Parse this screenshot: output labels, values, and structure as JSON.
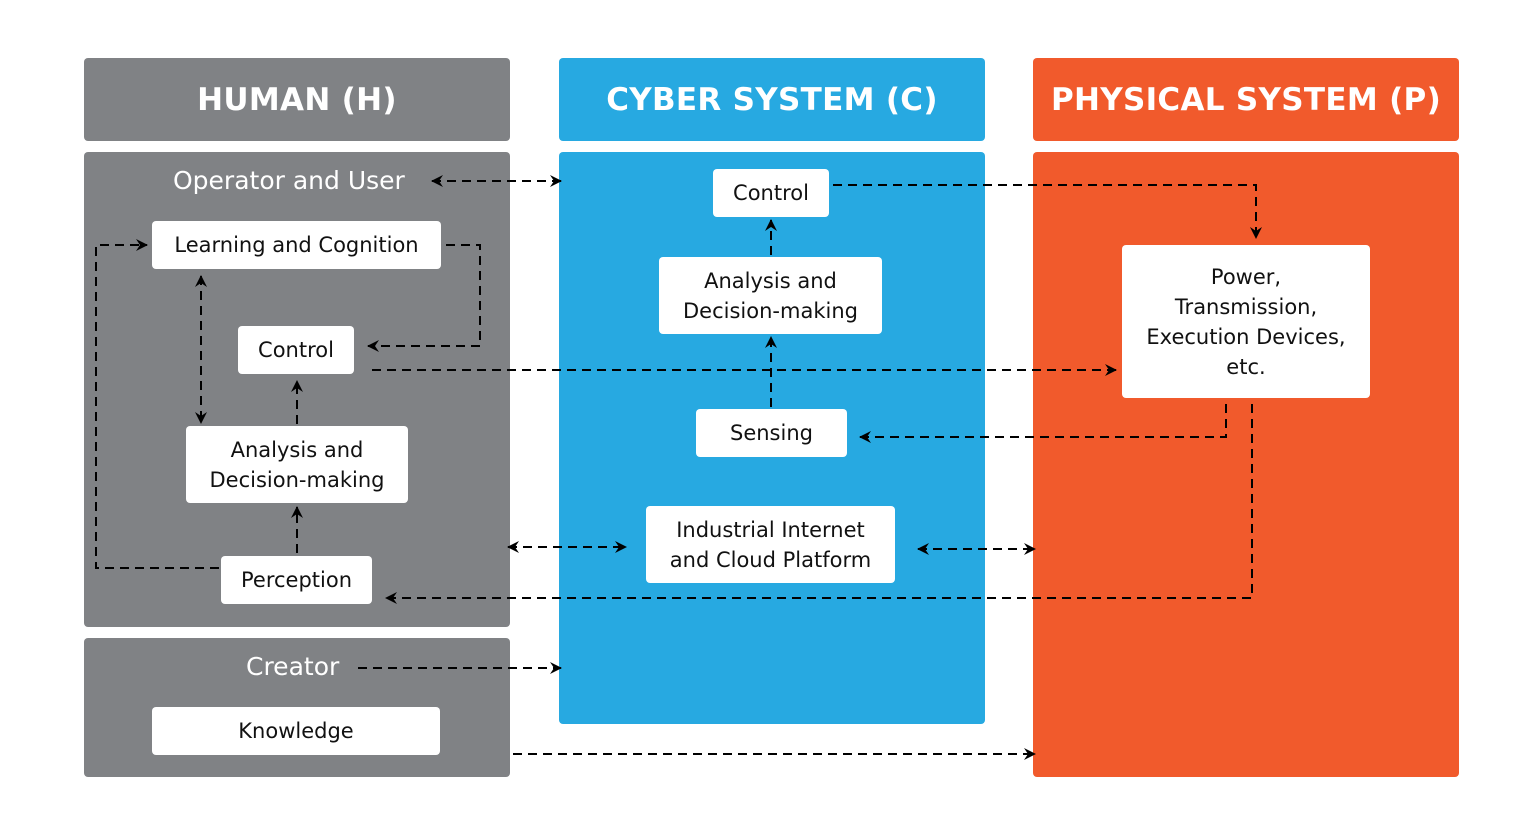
{
  "colors": {
    "human": "#808285",
    "cyber": "#27a9e1",
    "physical": "#f15a2c",
    "box": "#ffffff",
    "arrow": "#000000"
  },
  "headers": {
    "human": "HUMAN (H)",
    "cyber": "CYBER SYSTEM (C)",
    "physical": "PHYSICAL SYSTEM (P)"
  },
  "human": {
    "operator_label": "Operator and User",
    "learning": "Learning and Cognition",
    "control": "Control",
    "analysis": "Analysis and\nDecision-making",
    "perception": "Perception",
    "creator_label": "Creator",
    "knowledge": "Knowledge"
  },
  "cyber": {
    "control": "Control",
    "analysis": "Analysis and\nDecision-making",
    "sensing": "Sensing",
    "platform": "Industrial Internet\nand Cloud Platform"
  },
  "physical": {
    "devices": "Power,\nTransmission,\nExecution Devices,\netc."
  },
  "connections": [
    {
      "from": "Operator and User",
      "to": "Cyber System",
      "type": "bidirectional"
    },
    {
      "from": "Learning and Cognition",
      "to": "Human Control",
      "type": "directed"
    },
    {
      "from": "Learning and Cognition",
      "to": "Human Analysis and Decision-making",
      "type": "bidirectional"
    },
    {
      "from": "Human Analysis and Decision-making",
      "to": "Human Control",
      "type": "directed"
    },
    {
      "from": "Perception",
      "to": "Human Analysis and Decision-making",
      "type": "directed"
    },
    {
      "from": "Perception",
      "to": "Learning and Cognition",
      "type": "directed"
    },
    {
      "from": "Human Control",
      "to": "Physical Devices",
      "type": "directed"
    },
    {
      "from": "Cyber Control",
      "to": "Physical Devices",
      "type": "directed"
    },
    {
      "from": "Cyber Analysis and Decision-making",
      "to": "Cyber Control",
      "type": "directed"
    },
    {
      "from": "Sensing",
      "to": "Cyber Analysis and Decision-making",
      "type": "directed"
    },
    {
      "from": "Physical Devices",
      "to": "Sensing",
      "type": "directed"
    },
    {
      "from": "Physical Devices",
      "to": "Perception",
      "type": "directed"
    },
    {
      "from": "Human",
      "to": "Industrial Internet and Cloud Platform",
      "type": "bidirectional"
    },
    {
      "from": "Industrial Internet and Cloud Platform",
      "to": "Physical System",
      "type": "bidirectional"
    },
    {
      "from": "Creator",
      "to": "Cyber System",
      "type": "directed"
    },
    {
      "from": "Knowledge",
      "to": "Physical System",
      "type": "directed"
    }
  ]
}
